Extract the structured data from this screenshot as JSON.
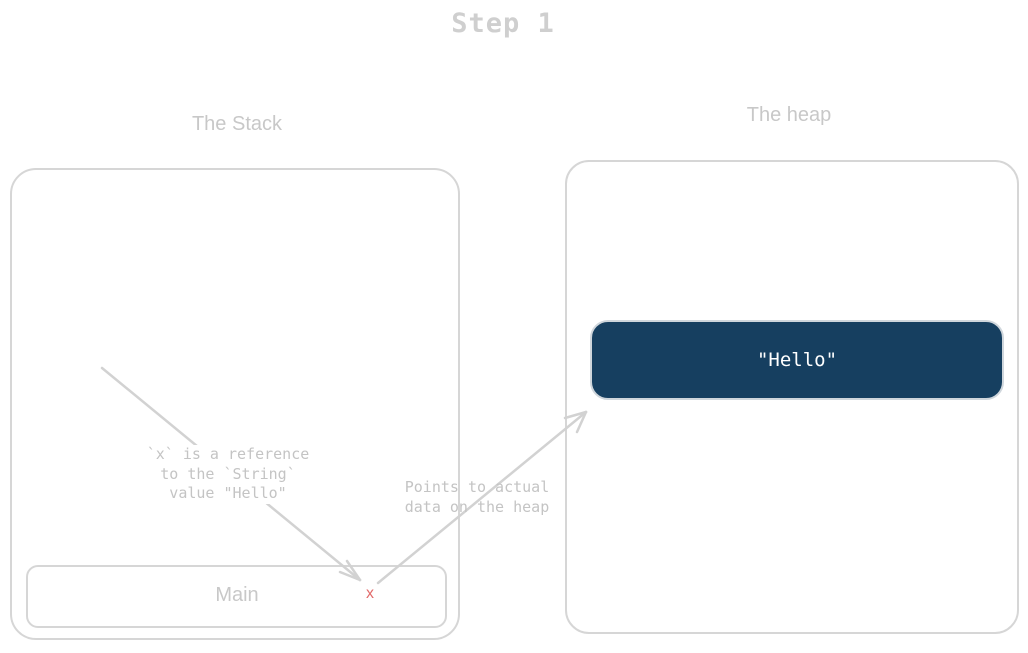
{
  "title": "Step 1",
  "stack": {
    "label": "The Stack",
    "frame": {
      "label": "Main",
      "variable": "x"
    },
    "annotation": "`x` is a reference\nto the `String`\nvalue \"Hello\""
  },
  "heap": {
    "label": "The heap",
    "value": "\"Hello\"",
    "annotation": "Points to actual\ndata on the heap"
  },
  "colors": {
    "outline": "#d6d6d6",
    "text_muted": "#c8c8c8",
    "variable": "#e26b6b",
    "heap_block": "#163f60",
    "heap_text": "#ffffff"
  }
}
